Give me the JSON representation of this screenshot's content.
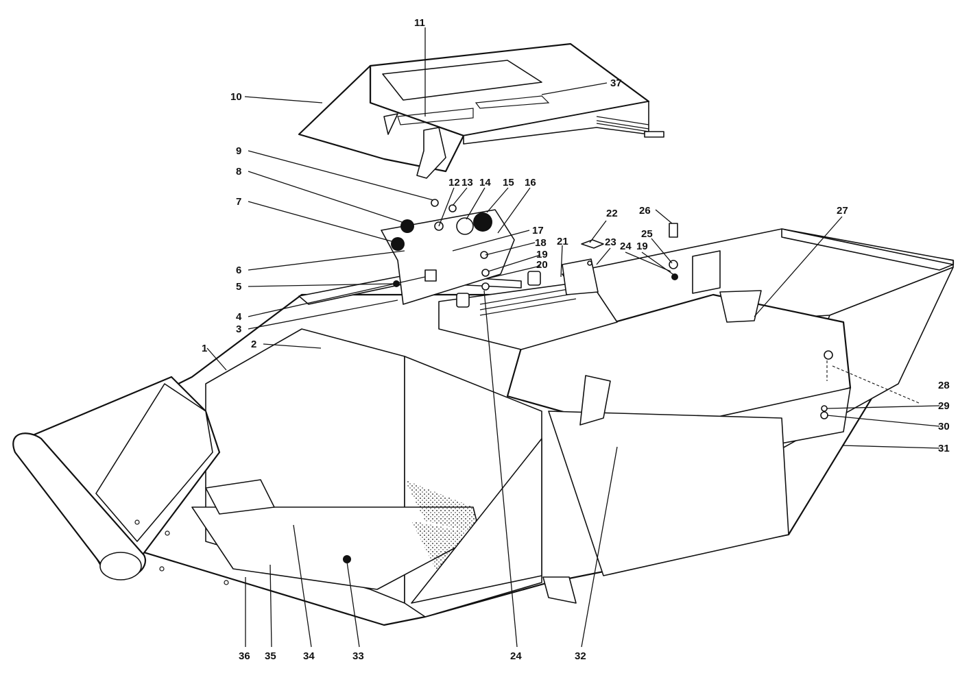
{
  "diagram": {
    "callouts": [
      "1",
      "2",
      "3",
      "4",
      "5",
      "6",
      "7",
      "8",
      "9",
      "10",
      "11",
      "12",
      "13",
      "14",
      "15",
      "16",
      "17",
      "18",
      "19",
      "19",
      "20",
      "21",
      "22",
      "23",
      "24",
      "24",
      "25",
      "26",
      "27",
      "28",
      "29",
      "30",
      "31",
      "32",
      "33",
      "34",
      "35",
      "36",
      "37"
    ]
  }
}
